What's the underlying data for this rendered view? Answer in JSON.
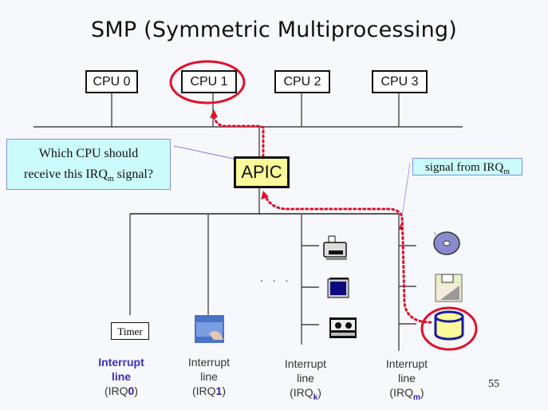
{
  "slide": {
    "title": "SMP (Symmetric Multiprocessing)",
    "page_number": "55"
  },
  "cpus": [
    {
      "label": "CPU 0",
      "highlighted": false
    },
    {
      "label": "CPU 1",
      "highlighted": true
    },
    {
      "label": "CPU 2",
      "highlighted": false
    },
    {
      "label": "CPU 3",
      "highlighted": false
    }
  ],
  "apic": {
    "label": "APIC"
  },
  "callouts": {
    "question_line1": "Which CPU  should",
    "question_line2_pre": "receive this IRQ",
    "question_line2_sub": "m",
    "question_line2_post": " signal?",
    "signal_pre": "signal from IRQ",
    "signal_sub": "m"
  },
  "devices": {
    "timer_label": "Timer",
    "ellipsis": ". . .",
    "irq0_icon": "timer-box",
    "irq1_icon": "keyboard-icon",
    "irqk_icons": [
      "printer-icon",
      "monitor-icon",
      "tape-drive-icon"
    ],
    "irqm_icons": [
      "cdrom-icon",
      "floppy-disk-icon",
      "hard-disk-icon"
    ]
  },
  "irq_lines": [
    {
      "line1": "Interrupt",
      "line2": "line",
      "pre": "(IRQ",
      "num": "0",
      "post": ")",
      "sub": false
    },
    {
      "line1": "Interrupt",
      "line2": "line",
      "pre": "(IRQ",
      "num": "1",
      "post": ")",
      "sub": false
    },
    {
      "line1": "Interrupt",
      "line2": "line",
      "pre": "(IRQ",
      "num": "k",
      "post": ")",
      "sub": true
    },
    {
      "line1": "Interrupt",
      "line2": "line",
      "pre": "(IRQ",
      "num": "m",
      "post": ")",
      "sub": true
    }
  ],
  "colors": {
    "highlight_red": "#e0102a",
    "apic_fill": "#fbfa9a",
    "callout_fill": "#ccfbfb",
    "irq_num_blue": "#2a1fb0"
  }
}
